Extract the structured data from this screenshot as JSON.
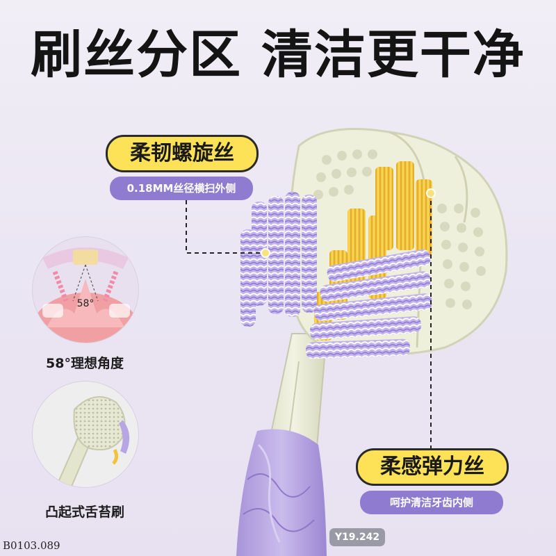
{
  "headline": "刷丝分区 清洁更干净",
  "callouts": {
    "spiral": {
      "title": "柔韧螺旋丝",
      "subtitle": "0.18MM丝径横扫外侧"
    },
    "elastic": {
      "title": "柔感弹力丝",
      "subtitle": "呵护清洁牙齿内侧"
    }
  },
  "features": {
    "angle": {
      "label": "58°理想角度",
      "angle_text": "58°",
      "icon": "tooth-angle-illustration"
    },
    "tongue": {
      "label": "凸起式舌苔刷",
      "icon": "tongue-scraper-illustration"
    }
  },
  "badge": "Y19.242",
  "sku": "B0103.089",
  "colors": {
    "accent_yellow": "#fde257",
    "accent_purple": "#8f7bcf",
    "bristle_yellow": "#f2c23c",
    "bristle_purple": "#b8a7e6",
    "handle_cream": "#eceed9"
  }
}
